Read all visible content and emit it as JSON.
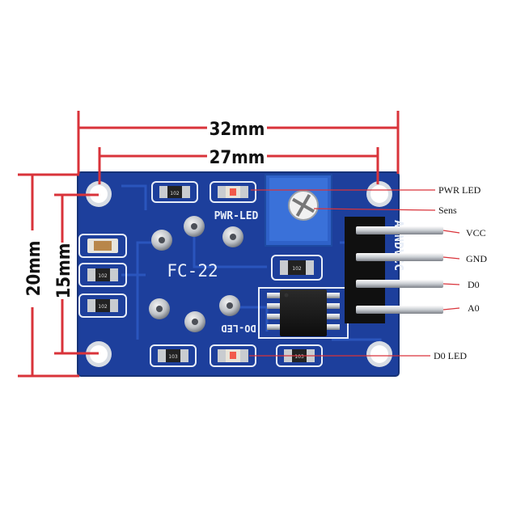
{
  "dimensions": {
    "width_outer": "32mm",
    "width_holes": "27mm",
    "height_outer": "20mm",
    "height_holes": "15mm"
  },
  "board": {
    "model": "FC-22",
    "pwr_led_silk": "PWR-LED",
    "do_led_silk": "DO-LED",
    "header_silk": "AGNDVCC",
    "r_labels": [
      "102",
      "102",
      "102",
      "102",
      "103",
      "103"
    ],
    "colors": {
      "pcb": "#1d3f9c",
      "pot": "#2f62c9",
      "dim_line": "#d9333a"
    }
  },
  "callouts": {
    "pwr_led": "PWR LED",
    "sens": "Sens",
    "vcc": "VCC",
    "gnd": "GND",
    "d0": "D0",
    "a0": "A0",
    "d0_led": "D0 LED"
  }
}
